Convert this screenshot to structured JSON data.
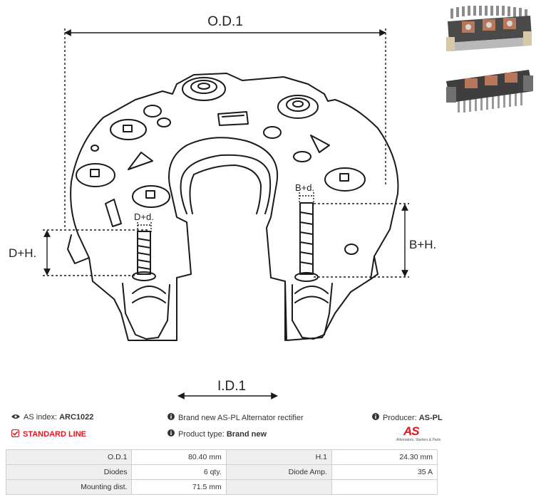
{
  "diagram": {
    "labels": {
      "od1": "O.D.1",
      "id1": "I.D.1",
      "dh": "D+H.",
      "dd": "D+d.",
      "bh": "B+H.",
      "bd": "B+d."
    }
  },
  "photos": {
    "icons": [
      "rectifier-photo-front",
      "rectifier-photo-angled"
    ]
  },
  "info": {
    "index_label": "AS index:",
    "index_value": "ARC1022",
    "line": "STANDARD LINE",
    "description": "Brand new AS-PL Alternator rectifier",
    "type_label": "Product type:",
    "type_value": "Brand new",
    "producer_label": "Producer:",
    "producer_value": "AS-PL"
  },
  "brand": {
    "mark": "AS",
    "tagline": "Alternators, Starters & Parts"
  },
  "specs": {
    "rows": [
      {
        "l1": "O.D.1",
        "v1": "80.40 mm",
        "l2": "H.1",
        "v2": "24.30 mm"
      },
      {
        "l1": "Diodes",
        "v1": "6 qty.",
        "l2": "Diode Amp.",
        "v2": "35 A"
      },
      {
        "l1": "Mounting dist.",
        "v1": "71.5 mm",
        "l2": "",
        "v2": ""
      }
    ]
  },
  "colors": {
    "accent": "#e2141c",
    "line": "#1a1a1a",
    "label_bg": "#efefef"
  }
}
